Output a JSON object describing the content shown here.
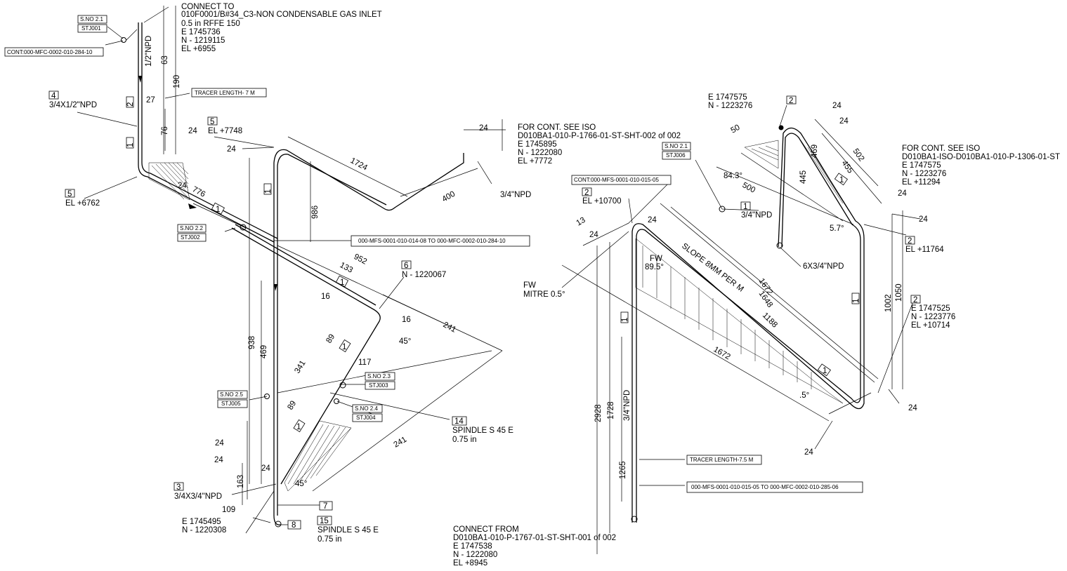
{
  "left_iso": {
    "connect_to": {
      "title": "CONNECT TO",
      "line": "010F0001/B#34_C3-NON CONDENSABLE GAS INLET",
      "flange": "0.5 in RFFE 150",
      "east": "E 1745736",
      "north": "N - 1219115",
      "elev": "EL +6955"
    },
    "tags": {
      "sno_21": "S.NO 2.1",
      "stj001": "STJ001",
      "sno_22": "S.NO 2.2",
      "stj002": "STJ002",
      "sno_23": "S.NO 2.3",
      "stj003": "STJ003",
      "sno_24": "S.NO 2.4",
      "stj004": "STJ004",
      "sno_25": "S.NO 2.5",
      "stj005": "STJ005"
    },
    "cont_ref": "CONT:000-MFC-0002-010-284-10",
    "tracer_length": "TRACER LENGTH- 7 M",
    "line_ref": "000-MFS-0001-010-014-08  TO 000-MFC-0002-010-284-10",
    "item4": {
      "num": "4",
      "text": "3/4X1/2\"NPD"
    },
    "item5a": {
      "num": "5",
      "text": "EL +6762"
    },
    "item5b": {
      "num": "5",
      "text": "EL +7748"
    },
    "item6": {
      "num": "6",
      "text": "N - 1220067"
    },
    "item3": {
      "num": "3",
      "text": "3/4X3/4\"NPD"
    },
    "item7": {
      "num": "7"
    },
    "item8": {
      "num": "8"
    },
    "item14": {
      "num": "14",
      "text": "SPINDLE S 45 E",
      "size": "0.75 in"
    },
    "item15": {
      "num": "15",
      "text": "SPINDLE S 45 E",
      "size": "0.75 in"
    },
    "coords_bottom": {
      "east": "E 1745495",
      "north": "N - 1220308"
    },
    "npd_half": "1/2\"NPD",
    "npd_34": "3/4\"NPD",
    "for_cont": {
      "title": "FOR CONT. SEE ISO",
      "iso": "D010BA1-010-P-1766-01-ST-SHT-002 of 002",
      "east": "E 1745895",
      "north": "N - 1222080",
      "elev": "EL +7772"
    },
    "spool_marks": [
      "2",
      "1",
      "1",
      "1",
      "1",
      "1",
      "1"
    ],
    "dims": {
      "d63": "63",
      "d190": "190",
      "d27": "27",
      "d76": "76",
      "d24a": "24",
      "d24b": "24",
      "d776": "776",
      "d24c": "24",
      "d986": "986",
      "d1724": "1724",
      "d400": "400",
      "d24d": "24",
      "d952": "952",
      "d133": "133",
      "d16a": "16",
      "d16b": "16",
      "d241a": "241",
      "d45a": "45°",
      "d89a": "89",
      "d117": "117",
      "d341": "341",
      "d938": "938",
      "d469": "469",
      "d89b": "89",
      "d241b": "241",
      "d24e": "24",
      "d24f": "24",
      "d24g": "24",
      "d163": "163",
      "d109": "109",
      "d45b": "45°"
    }
  },
  "right_iso": {
    "coords_top": {
      "east": "E 1747575",
      "north": "N - 1223276",
      "num": "2"
    },
    "sno_21": "S.NO 2.1",
    "stj006": "STJ006",
    "cont_ref": "CONT:000-MFS-0001-010-015-05",
    "item2a": {
      "num": "2",
      "text": "EL +10700"
    },
    "item1": {
      "num": "1",
      "text": "3/4\"NPD"
    },
    "fw_mitre": {
      "line1": "FW",
      "line2": "MITRE 0.5°"
    },
    "fw_895": {
      "line1": "FW",
      "line2": "89.5°"
    },
    "slope": "SLOPE 8MM PER M",
    "for_cont": {
      "title": "FOR CONT. SEE ISO",
      "iso": "D010BA1-ISO-D010BA1-010-P-1306-01-ST",
      "east": "E 1747575",
      "north": "N - 1223276",
      "elev": "EL +11294"
    },
    "item2b": {
      "num": "2",
      "text": "EL +11764"
    },
    "item2c": {
      "num": "2",
      "east": "E 1747525",
      "north": "N - 1223776",
      "elev": "EL +10714"
    },
    "npd_6x34": "6X3/4\"NPD",
    "npd_34": "3/4\"NPD",
    "tracer_length": "TRACER LENGTH-7.5 M",
    "line_ref": "000-MFS-0001-010-015-05  TO 000-MFC-0002-010-285-06",
    "connect_from": {
      "title": "CONNECT FROM",
      "iso": "D010BA1-010-P-1767-01-ST-SHT-001 of 002",
      "east": "E 1747538",
      "north": "N - 1222080",
      "elev": "EL +8945"
    },
    "spool_marks": [
      "1",
      "1",
      "1",
      "1"
    ],
    "dims": {
      "d50": "50",
      "d24a": "24",
      "d24b": "24",
      "d502": "502",
      "d455": "455",
      "d469": "469",
      "d445": "445",
      "d843": "84.3°",
      "d500": "500",
      "d57": "5.7°",
      "d24c": "24",
      "d24d": "24",
      "d13": "13",
      "d24e": "24",
      "d24f": "24",
      "d1672a": "1672",
      "d1648": "1648",
      "d1188": "1188",
      "d1672b": "1672",
      "d1002": "1002",
      "d1050": "1050",
      "d5": ".5°",
      "d24g": "24",
      "d24h": "24",
      "d2928": "2928",
      "d1728": "1728",
      "d1265": "1265"
    }
  }
}
